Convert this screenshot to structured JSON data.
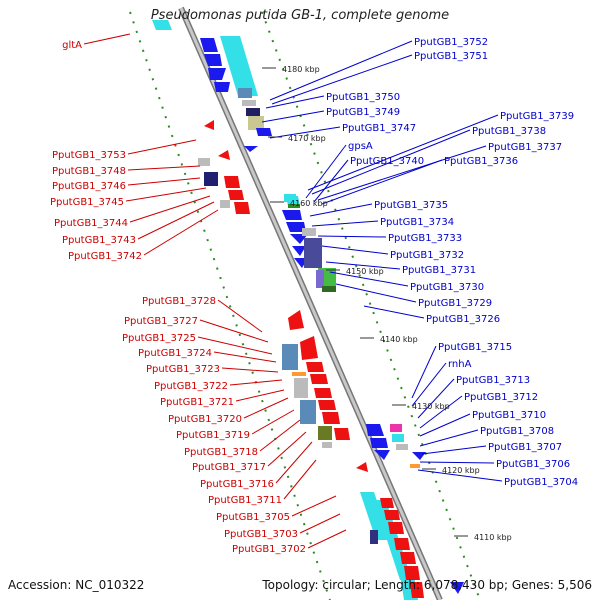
{
  "title": "Pseudomonas putida GB-1, complete genome",
  "footer": {
    "accession": "Accession: NC_010322",
    "summary": "Topology: circular; Length: 6,078,430 bp; Genes: 5,506"
  },
  "colors": {
    "left_labels": "#cc0000",
    "right_labels": "#0000cc",
    "backbone": "#888888",
    "tick_marks": "#2e8b22",
    "cyan_feature": "#33e0e8",
    "blue_feature": "#1a1aee",
    "red_feature": "#ee1111",
    "steel_feature": "#5a8ab8"
  },
  "kbp_labels": [
    "4180 kbp",
    "4170 kbp",
    "4160 kbp",
    "4150 kbp",
    "4140 kbp",
    "4130 kbp",
    "4120 kbp",
    "4110 kbp"
  ],
  "left_genes": [
    "gltA",
    "PputGB1_3753",
    "PputGB1_3748",
    "PputGB1_3746",
    "PputGB1_3745",
    "PputGB1_3744",
    "PputGB1_3743",
    "PputGB1_3742",
    "PputGB1_3728",
    "PputGB1_3727",
    "PputGB1_3725",
    "PputGB1_3724",
    "PputGB1_3723",
    "PputGB1_3722",
    "PputGB1_3721",
    "PputGB1_3720",
    "PputGB1_3719",
    "PputGB1_3718",
    "PputGB1_3717",
    "PputGB1_3716",
    "PputGB1_3711",
    "PputGB1_3705",
    "PputGB1_3703",
    "PputGB1_3702"
  ],
  "right_genes": [
    "PputGB1_3752",
    "PputGB1_3751",
    "PputGB1_3750",
    "PputGB1_3749",
    "PputGB1_3747",
    "PputGB1_3739",
    "PputGB1_3738",
    "gpsA",
    "PputGB1_3737",
    "PputGB1_3740",
    "PputGB1_3736",
    "PputGB1_3735",
    "PputGB1_3734",
    "PputGB1_3733",
    "PputGB1_3732",
    "PputGB1_3731",
    "PputGB1_3730",
    "PputGB1_3729",
    "PputGB1_3726",
    "PputGB1_3715",
    "rnhA",
    "PputGB1_3713",
    "PputGB1_3712",
    "PputGB1_3710",
    "PputGB1_3708",
    "PputGB1_3707",
    "PputGB1_3706",
    "PputGB1_3704"
  ]
}
